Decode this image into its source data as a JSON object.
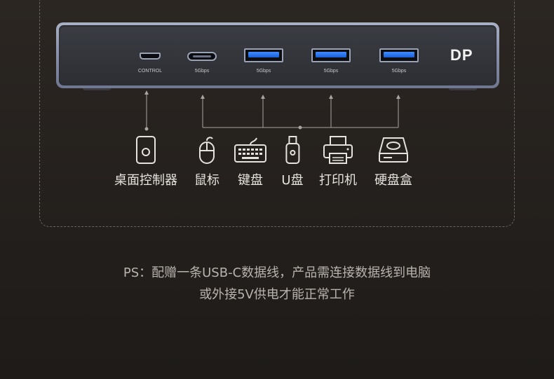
{
  "hub": {
    "logo": "DP",
    "ports": [
      {
        "type": "mini-usb",
        "label": "CONTROL"
      },
      {
        "type": "usb-c",
        "label": "5Gbps"
      },
      {
        "type": "usb-a",
        "label": "5Gbps"
      },
      {
        "type": "usb-a",
        "label": "5Gbps"
      },
      {
        "type": "usb-a",
        "label": "5Gbps"
      }
    ]
  },
  "devices": [
    {
      "icon": "desktop-controller-icon",
      "label": "桌面控制器"
    },
    {
      "icon": "mouse-icon",
      "label": "鼠标"
    },
    {
      "icon": "keyboard-icon",
      "label": "键盘"
    },
    {
      "icon": "usb-drive-icon",
      "label": "U盘"
    },
    {
      "icon": "printer-icon",
      "label": "打印机"
    },
    {
      "icon": "hard-drive-box-icon",
      "label": "硬盘盒"
    }
  ],
  "note": {
    "line1": "PS：配赠一条USB-C数据线，产品需连接数据线到电脑",
    "line2": "或外接5V供电才能正常工作"
  },
  "colors": {
    "background": "#26221f",
    "hub_frame": "#9aa2b6",
    "port_blue": "#2a73f0",
    "line": "#a9a4a0"
  }
}
